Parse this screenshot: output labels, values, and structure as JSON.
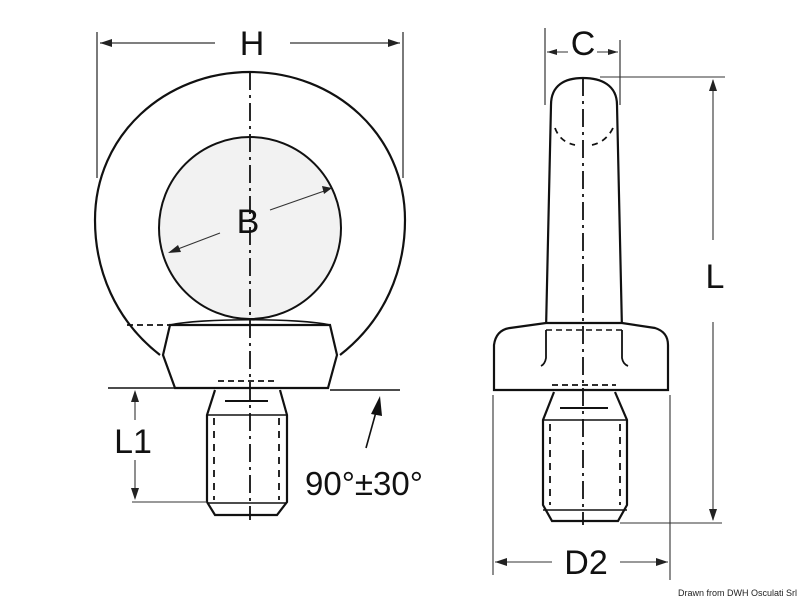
{
  "diagram": {
    "subject": "Eye bolt (lifting eye) technical drawing",
    "views": [
      {
        "name": "front-view",
        "labels": [
          "H",
          "B",
          "L1"
        ]
      },
      {
        "name": "side-view",
        "labels": [
          "C",
          "L",
          "D2"
        ]
      }
    ],
    "dimensions": {
      "H": "H",
      "B": "B",
      "C": "C",
      "L": "L",
      "L1": "L1",
      "D2": "D2"
    },
    "angle_note": "90°±30°",
    "credit": "Drawn from DWH Osculati Srl",
    "colors": {
      "line": "#111111",
      "ring_fill": "#f2f2f2",
      "background": "#ffffff"
    }
  }
}
